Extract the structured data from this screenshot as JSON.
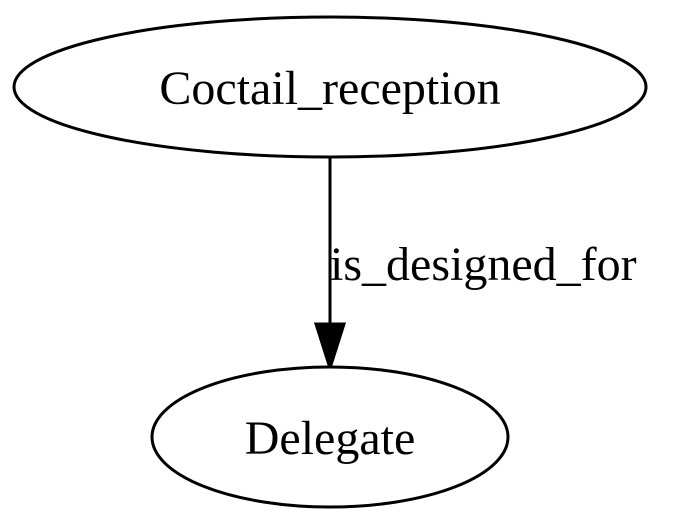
{
  "diagram": {
    "nodes": {
      "source": {
        "label": "Coctail_reception"
      },
      "target": {
        "label": "Delegate"
      }
    },
    "edge": {
      "label": "is_designed_for"
    },
    "colors": {
      "stroke": "#000000",
      "fill": "#ffffff",
      "text": "#000000"
    }
  }
}
